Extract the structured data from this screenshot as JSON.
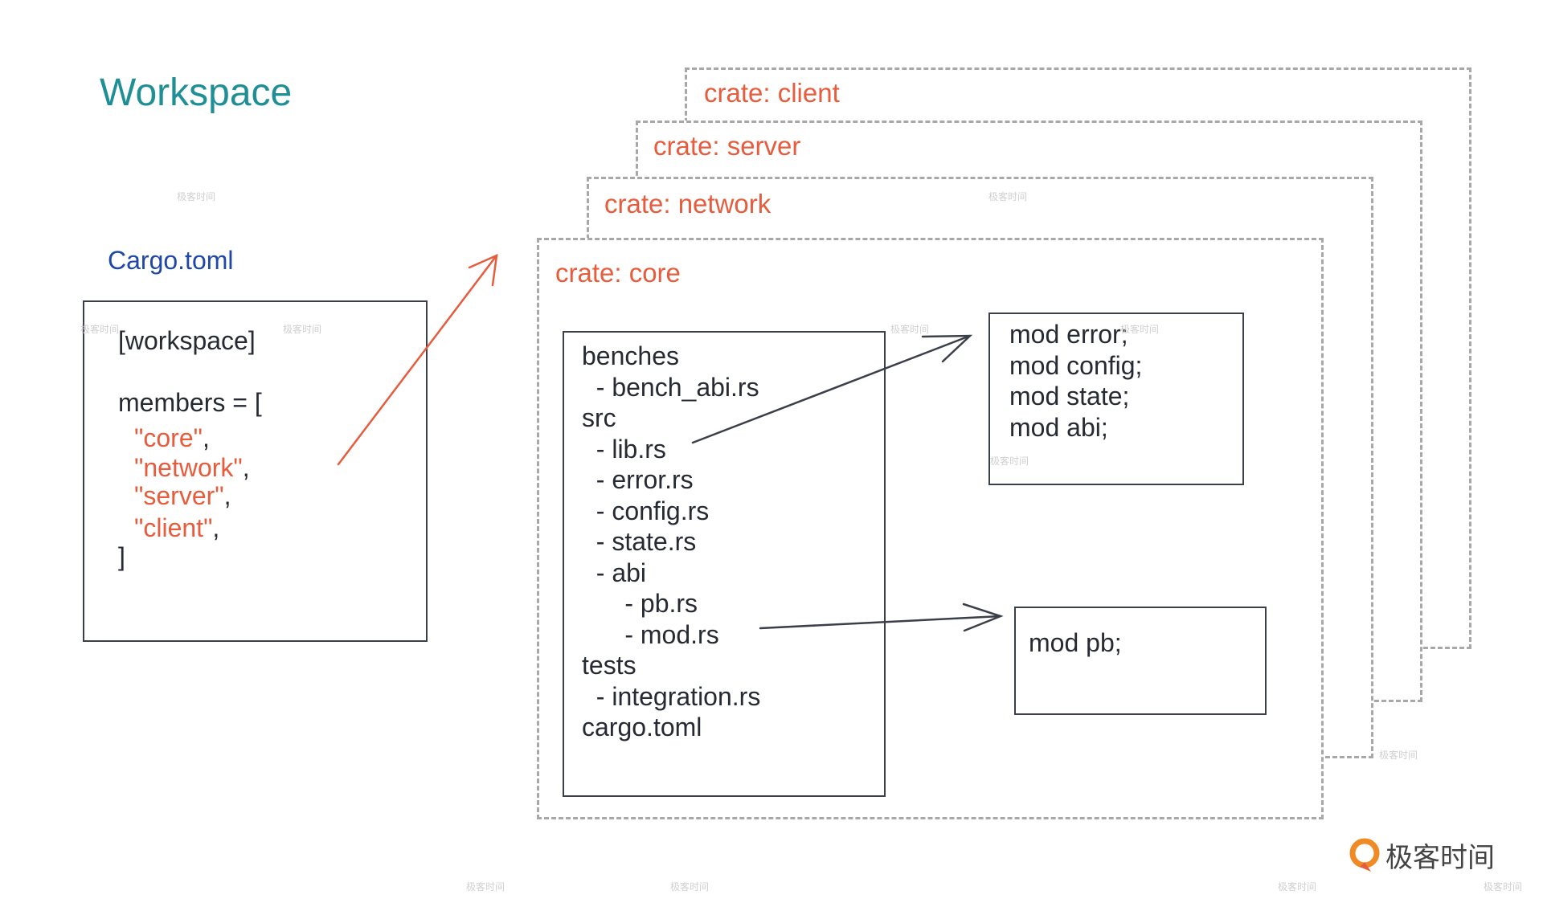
{
  "title": "Workspace",
  "cargo_label": "Cargo.toml",
  "workspace_file": {
    "section": "[workspace]",
    "members_open": "members = [",
    "members": [
      "\"core\"",
      "\"network\"",
      "\"server\"",
      "\"client\""
    ],
    "comma": ",",
    "close": "]"
  },
  "crates": {
    "client": "crate: client",
    "server": "crate: server",
    "network": "crate: network",
    "core": "crate: core"
  },
  "tree": [
    "benches",
    "  - bench_abi.rs",
    "src",
    "  - lib.rs",
    "  - error.rs",
    "  - config.rs",
    "  - state.rs",
    "  - abi",
    "      - pb.rs",
    "      - mod.rs",
    "tests",
    "  - integration.rs",
    "",
    "cargo.toml"
  ],
  "lib_mods": [
    "mod error;",
    "mod config;",
    "mod state;",
    "mod abi;"
  ],
  "abi_mods": [
    "mod pb;"
  ],
  "watermark": "极客时间",
  "logo_text": "极客时间",
  "colors": {
    "title": "#1f8f96",
    "cargo_label": "#1f47a8",
    "accent": "#e65c3c",
    "box": "#3a3f4a",
    "dash": "#a8a8a8"
  }
}
